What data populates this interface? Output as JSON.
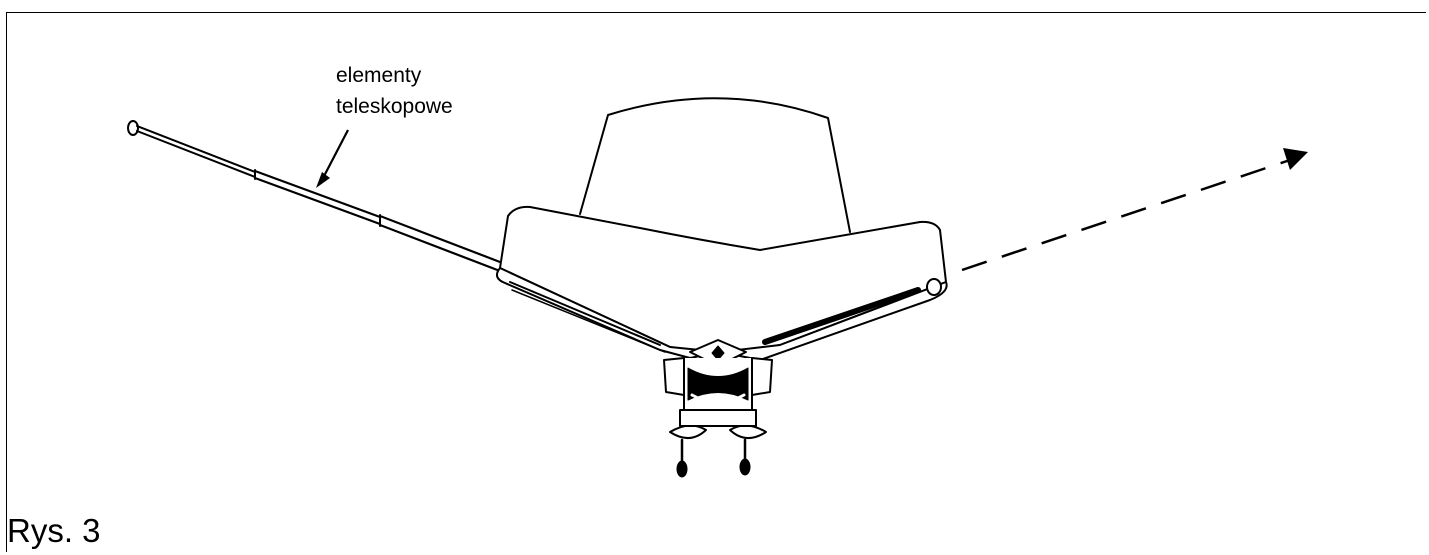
{
  "callout": {
    "line1": "elementy",
    "line2": "teleskopowe"
  },
  "caption": "Rys. 3",
  "icons": {
    "antenna": "tv-antenna-with-telescopic-rods",
    "direction_arrow": "dashed-arrow-icon",
    "callout_arrow": "arrow-icon"
  },
  "colors": {
    "line": "#000000",
    "background": "#ffffff"
  }
}
